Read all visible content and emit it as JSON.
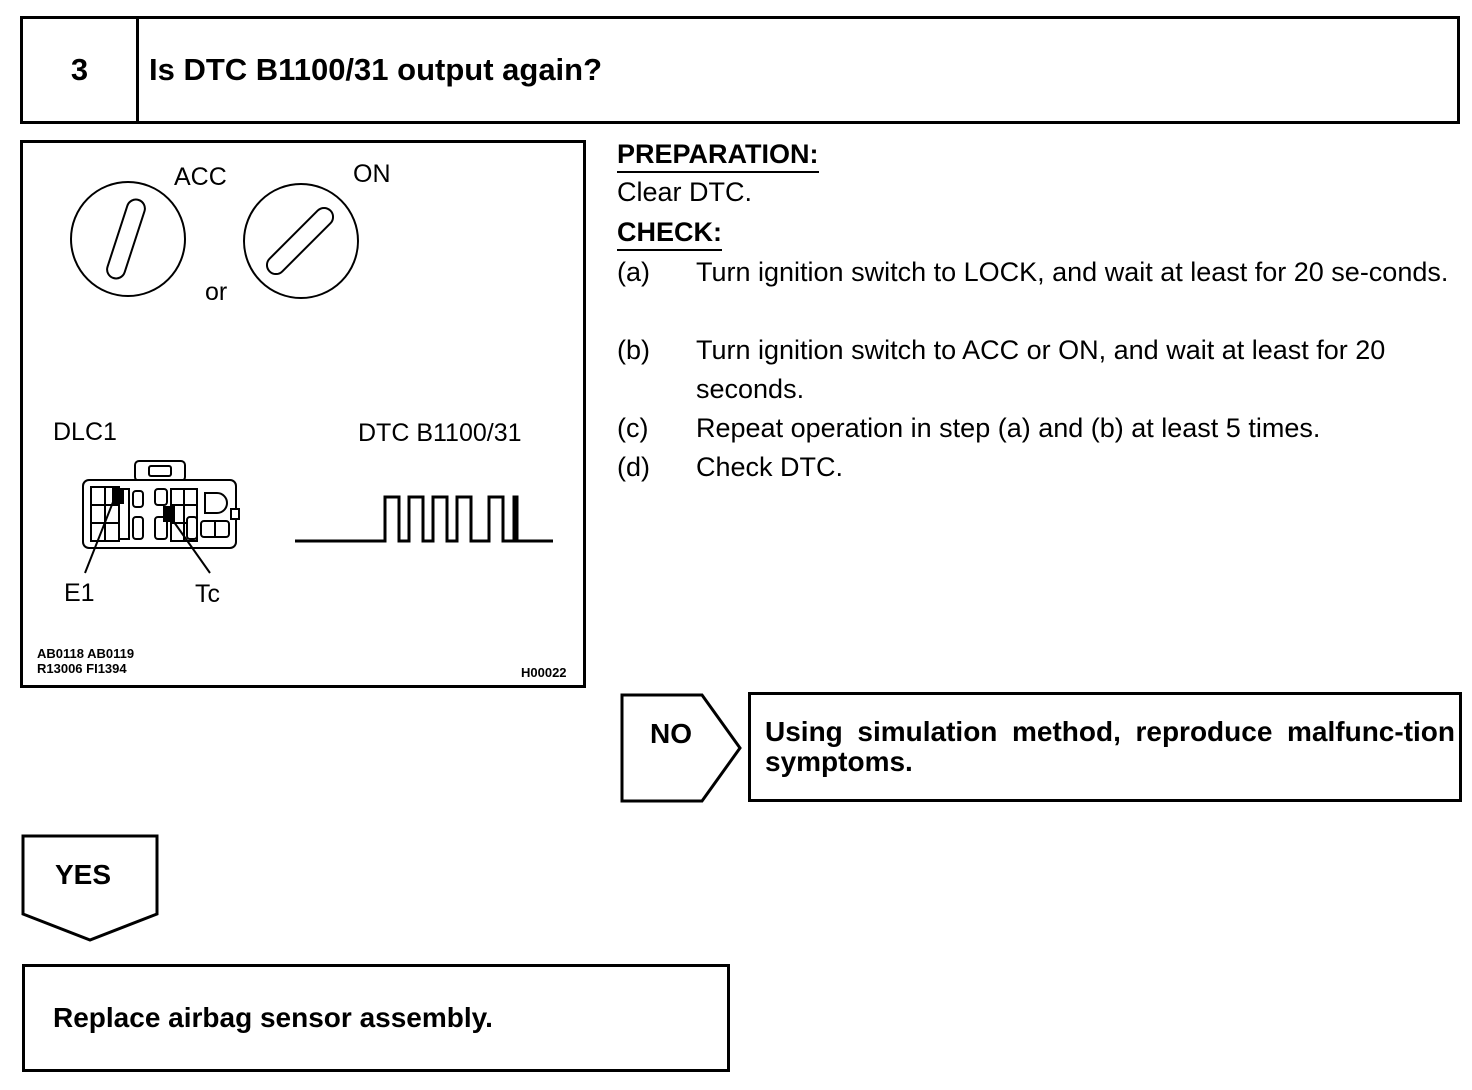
{
  "header": {
    "step_number": "3",
    "question": "Is DTC B1100/31 output again?"
  },
  "illustration": {
    "acc_label": "ACC",
    "on_label": "ON",
    "or_label": "or",
    "dlc_label": "DLC1",
    "dtc_label": "DTC B1100/31",
    "e1_label": "E1",
    "tc_label": "Tc",
    "ref_codes_line1": "AB0118  AB0119",
    "ref_codes_line2": "R13006  FI1394",
    "figure_code": "H00022"
  },
  "instructions": {
    "preparation_heading": "PREPARATION:",
    "preparation_text": "Clear DTC.",
    "check_heading": "CHECK:",
    "steps": [
      {
        "letter": "(a)",
        "text": "Turn ignition switch to LOCK, and wait at least for 20 se-conds."
      },
      {
        "letter": "(b)",
        "text": "Turn ignition switch to ACC or ON, and wait at least for 20 seconds."
      },
      {
        "letter": "(c)",
        "text": "Repeat operation in step (a) and (b) at least 5 times."
      },
      {
        "letter": "(d)",
        "text": "Check DTC."
      }
    ]
  },
  "no_branch": {
    "label": "NO",
    "result": "Using simulation method, reproduce malfunc-tion symptoms."
  },
  "yes_branch": {
    "label": "YES",
    "result": "Replace airbag sensor assembly."
  }
}
